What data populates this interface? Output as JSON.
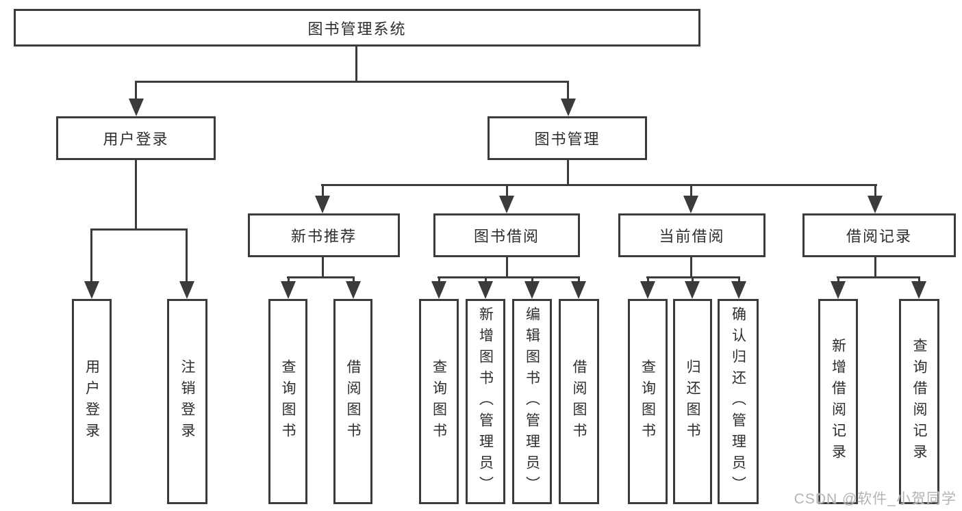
{
  "diagram": {
    "root": {
      "label": "图书管理系统"
    },
    "level2": [
      {
        "id": "user-login",
        "label": "用户登录"
      },
      {
        "id": "book-management",
        "label": "图书管理"
      }
    ],
    "level3": [
      {
        "id": "new-book-recommend",
        "label": "新书推荐"
      },
      {
        "id": "book-borrow",
        "label": "图书借阅"
      },
      {
        "id": "current-borrow",
        "label": "当前借阅"
      },
      {
        "id": "borrow-records",
        "label": "借阅记录"
      }
    ],
    "leaves": {
      "login": [
        "用户登录",
        "注销登录"
      ],
      "recommend": [
        "查询图书",
        "借阅图书"
      ],
      "borrow": [
        "查询图书",
        "新增图书（管理员）",
        "编辑图书（管理员）",
        "借阅图书"
      ],
      "current": [
        "查询图书",
        "归还图书",
        "确认归还（管理员）"
      ],
      "records": [
        "新增借阅记录",
        "查询借阅记录"
      ]
    }
  },
  "watermark": {
    "text": "CSDN @软件_小贺同学"
  },
  "colors": {
    "line": "#3b3b3b",
    "box_border": "#3b3b3b",
    "text": "#2d2d2d",
    "background": "#ffffff",
    "watermark": "#b4b4b4"
  }
}
